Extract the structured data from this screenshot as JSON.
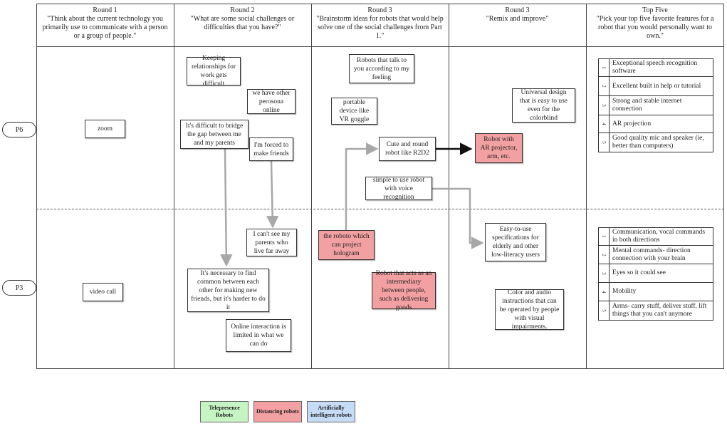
{
  "columns": [
    {
      "title": "Round 1",
      "question": "\"Think about the current technology you primarily use to communicate with a person or a group of people.\""
    },
    {
      "title": "Round 2",
      "question": "\"What are some social challenges or difficulties that you have?\""
    },
    {
      "title": "Round 3",
      "question": "\"Brainstorm ideas for robots that would help solve one of the social challenges from Part 1.\""
    },
    {
      "title": "Round 3",
      "question": "\"Remix and improve\""
    },
    {
      "title": "Top Five",
      "question": "\"Pick your top five favorite features for a robot that you would personally want to own.\""
    }
  ],
  "rows": [
    {
      "label": "P6"
    },
    {
      "label": "P3"
    }
  ],
  "notes": {
    "zoom": "zoom",
    "video_call": "video call",
    "keeping_relationships": "Keeping relationships for work gets difficult",
    "other_persona": "we have other perosona online",
    "difficult_bridge": "It's difficult to bridge the gap between me and my parents",
    "forced_friends": "I'm forced to make friends",
    "cant_see_parents": "I can't see my parents who live far away",
    "necessary_common": "It's necessary to find common between each other for making new friends, but it's harder to do it",
    "online_limited": "Online interaction is limited in what we can do",
    "robots_talk": "Robots that talk to you according to my feeling",
    "portable_device": "portable device like VR goggle",
    "cute_round": "Cute and round robot like R2D2",
    "simple_voice": "simple to use robot with voice recognition",
    "roboto_hologram": "the roboto which can project hologram",
    "robot_intermediary": "Robot that acts as an intermediary between people, such as delivering goods",
    "universal_design": "Universal design that is easy to use even for the colorblind",
    "robot_ar": "Robot with AR projector, arm, etc.",
    "easy_specs": "Easy-to-use specifications for elderly and other low-literacy users",
    "color_audio": "Color and audio instructions that can be operated by people with visual impairments."
  },
  "top_five": {
    "p6": [
      {
        "num": "1",
        "text": "Exceptional speech recognition software"
      },
      {
        "num": "2",
        "text": "Excellent built in help or tutorial"
      },
      {
        "num": "3",
        "text": "Strong and stable internet connection"
      },
      {
        "num": "4",
        "text": "AR projection"
      },
      {
        "num": "5",
        "text": "Good quality mic and speaker (ie, better than computers)"
      }
    ],
    "p3": [
      {
        "num": "1",
        "text": "Communication, vocal commands in both directions"
      },
      {
        "num": "2",
        "text": "Mental commands- direction connection with your brain"
      },
      {
        "num": "3",
        "text": "Eyes so it could see"
      },
      {
        "num": "4",
        "text": "Mobility"
      },
      {
        "num": "5",
        "text": "Arms- carry stuff, deliver stuff, lift things that you can't anymore"
      }
    ]
  },
  "legend": [
    {
      "label": "Telepresence Robots",
      "color": "#c6f5c3"
    },
    {
      "label": "Distancing robots",
      "color": "#f3a0a2"
    },
    {
      "label": "Artificially intelligent robots",
      "color": "#c6dcf6"
    }
  ],
  "colors": {
    "note_red": "#f3a0a2",
    "arrow_gray": "#a8a8a8",
    "arrow_black": "#111111"
  }
}
